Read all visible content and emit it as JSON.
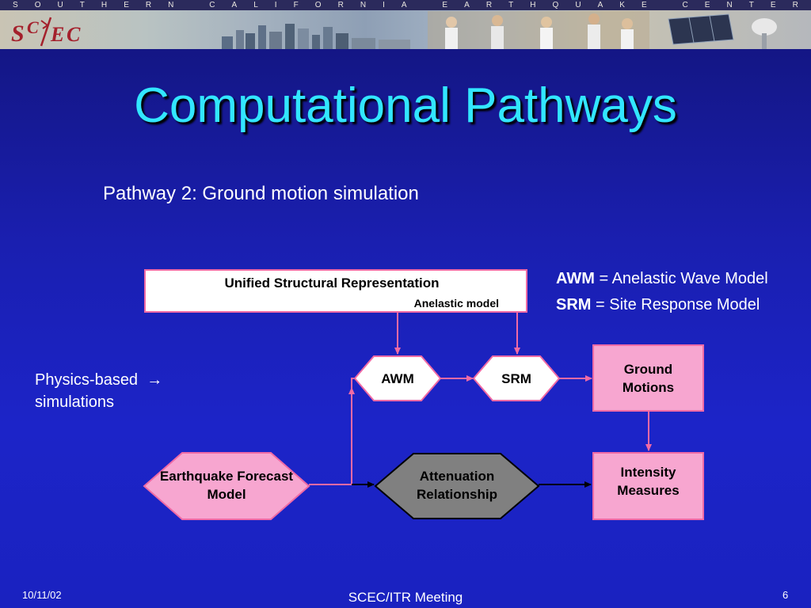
{
  "banner": {
    "letters": [
      "S",
      "O",
      "U",
      "T",
      "H",
      "E",
      "R",
      "N",
      "",
      "C",
      "A",
      "L",
      "I",
      "F",
      "O",
      "R",
      "N",
      "I",
      "A",
      "",
      "E",
      "A",
      "R",
      "T",
      "H",
      "Q",
      "U",
      "A",
      "K",
      "E",
      "",
      "C",
      "E",
      "N",
      "T",
      "E",
      "R"
    ],
    "logo_text": "SC/EC"
  },
  "slide": {
    "title": "Computational Pathways",
    "subtitle": "Pathway 2:  Ground motion simulation",
    "physics_line1": "Physics-based",
    "physics_arrow": "→",
    "physics_line2": "simulations"
  },
  "legend": {
    "awm_abbr": "AWM",
    "awm_def": " = Anelastic Wave Model",
    "srm_abbr": "SRM",
    "srm_def": " = Site Response Model"
  },
  "diagram": {
    "usr_title": "Unified Structural Representation",
    "usr_sub": "Anelastic model",
    "awm": "AWM",
    "srm": "SRM",
    "ground_motions": "Ground Motions",
    "intensity_measures": "Intensity Measures",
    "eq_forecast": "Earthquake Forecast Model",
    "attenuation": "Attenuation Relationship",
    "colors": {
      "pink_fill": "#f7a6d0",
      "pink_line": "#f06aa5",
      "gray_fill": "#808080",
      "black_arrow": "#000000"
    }
  },
  "footer": {
    "date": "10/11/02",
    "meeting": "SCEC/ITR Meeting",
    "page": "6"
  }
}
